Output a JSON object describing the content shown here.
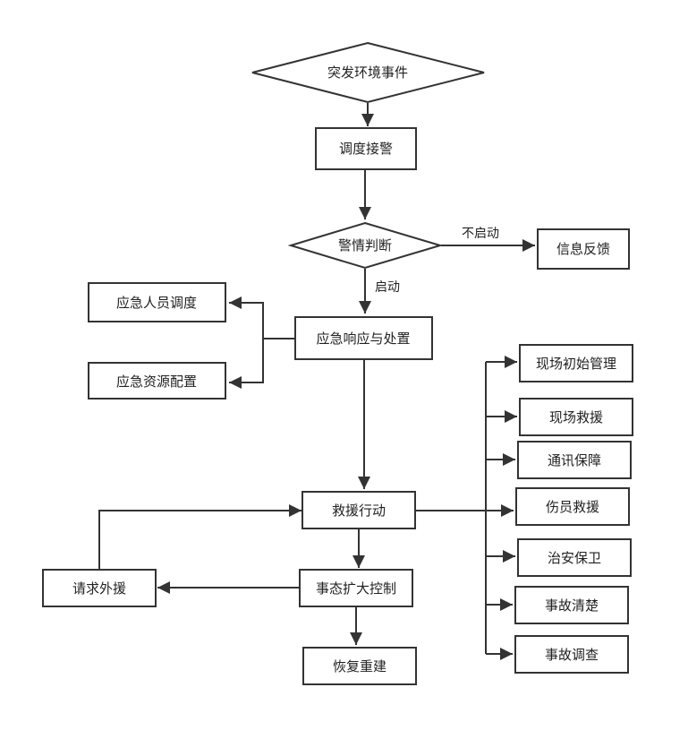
{
  "nodes": {
    "event": "突发环境事件",
    "dispatch": "调度接警",
    "judge": "警情判断",
    "info": "信息反馈",
    "staff": "应急人员调度",
    "resource": "应急资源配置",
    "respond": "应急响应与处置",
    "rescue": "救援行动",
    "request": "请求外援",
    "control": "事态扩大控制",
    "recover": "恢复重建",
    "site": "现场初始管理",
    "siteRescue": "现场救援",
    "comm": "通讯保障",
    "injured": "伤员救援",
    "security": "治安保卫",
    "clear": "事故清楚",
    "investigate": "事故调查"
  },
  "edge_labels": {
    "no_start": "不启动",
    "start": "启动"
  }
}
